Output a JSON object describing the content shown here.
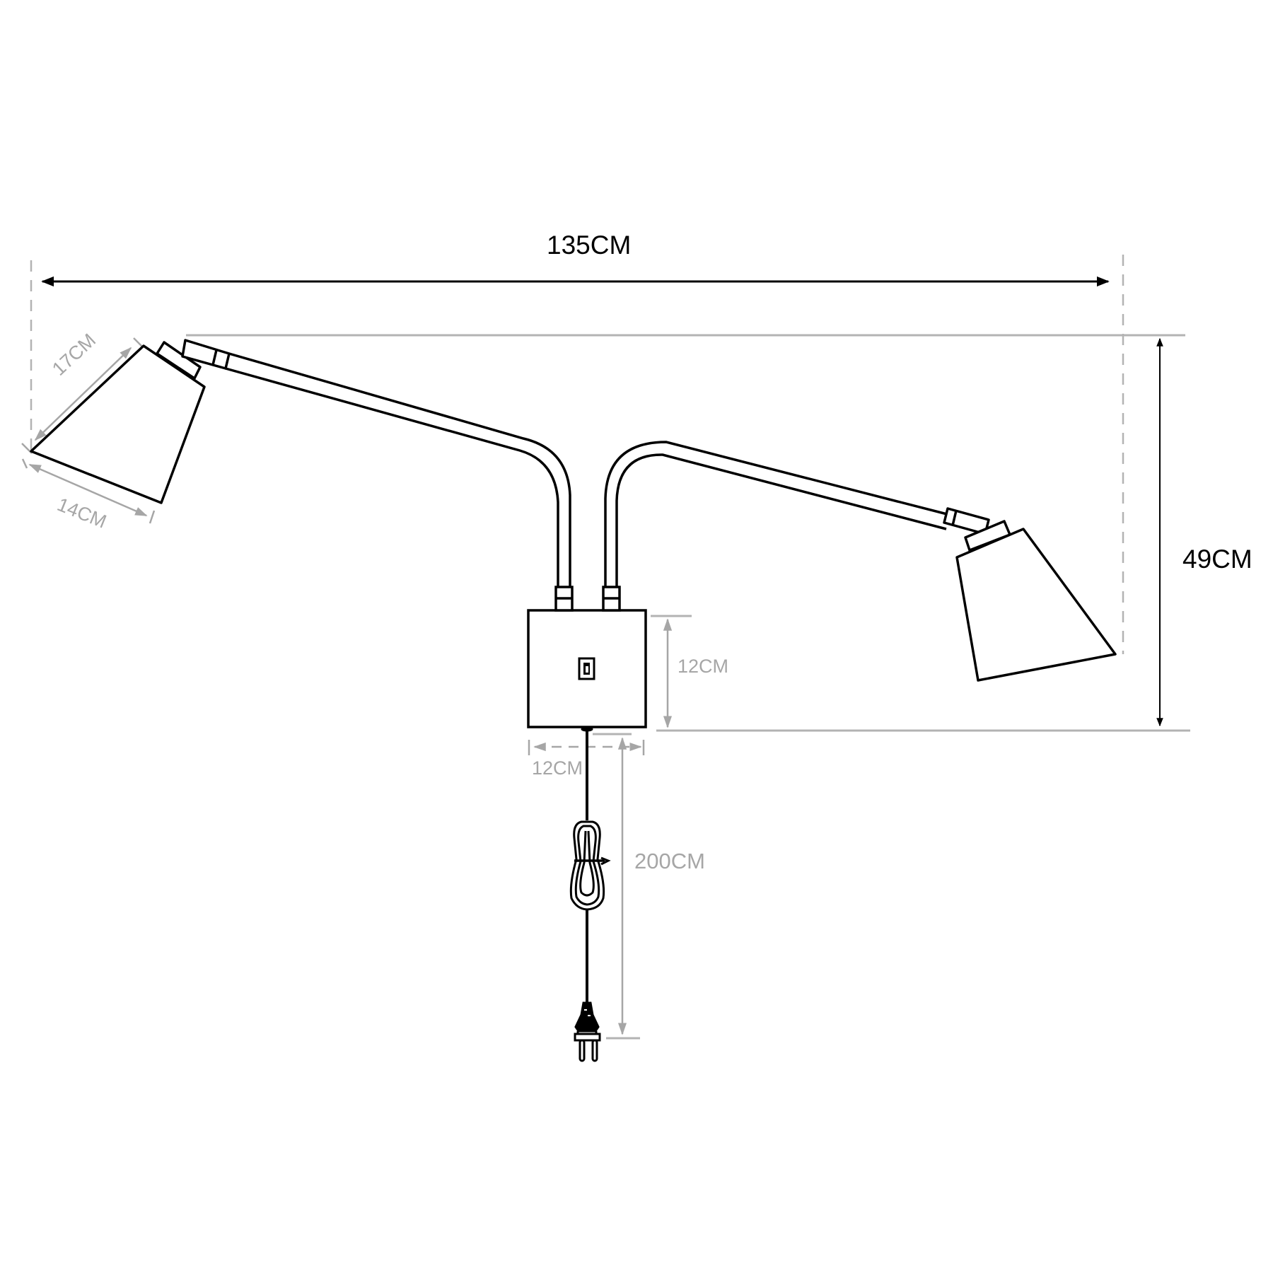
{
  "diagram": {
    "subject": "Double-arm plug-in wall lamp dimension drawing",
    "colors": {
      "line": "#000000",
      "dimension": "#a6a6a6",
      "background": "#ffffff"
    },
    "dimensions": {
      "total_width": "135CM",
      "total_height": "49CM",
      "shade_length": "17CM",
      "shade_diameter": "14CM",
      "base_height": "12CM",
      "base_width": "12CM",
      "cable_length": "200CM"
    },
    "components": [
      {
        "name": "left-lamp-shade"
      },
      {
        "name": "right-lamp-shade"
      },
      {
        "name": "left-arm"
      },
      {
        "name": "right-arm"
      },
      {
        "name": "wall-base-box"
      },
      {
        "name": "rocker-switch"
      },
      {
        "name": "power-cable-coil"
      },
      {
        "name": "euro-plug"
      }
    ]
  }
}
